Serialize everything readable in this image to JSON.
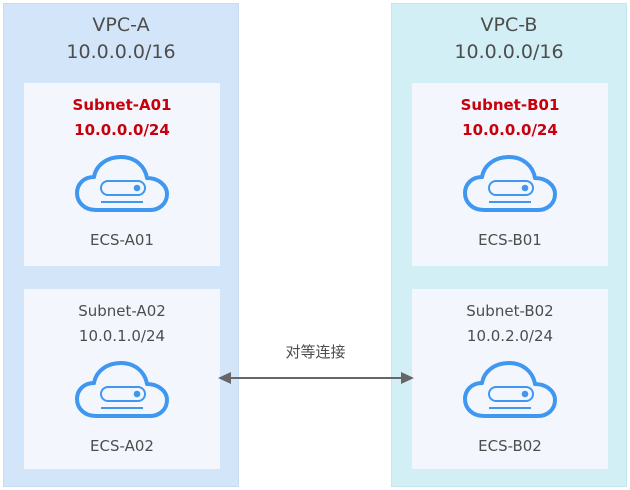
{
  "vpcs": [
    {
      "name": "VPC-A",
      "cidr": "10.0.0.0/16",
      "subnets": [
        {
          "name": "Subnet-A01",
          "cidr": "10.0.0.0/24",
          "highlighted": true,
          "instance": "ECS-A01"
        },
        {
          "name": "Subnet-A02",
          "cidr": "10.0.1.0/24",
          "highlighted": false,
          "instance": "ECS-A02"
        }
      ]
    },
    {
      "name": "VPC-B",
      "cidr": "10.0.0.0/16",
      "subnets": [
        {
          "name": "Subnet-B01",
          "cidr": "10.0.0.0/24",
          "highlighted": true,
          "instance": "ECS-B01"
        },
        {
          "name": "Subnet-B02",
          "cidr": "10.0.2.0/24",
          "highlighted": false,
          "instance": "ECS-B02"
        }
      ]
    }
  ],
  "peering": {
    "label": "对等连接",
    "direction": "bidirectional"
  },
  "icons": {
    "instance": "cloud-server-icon"
  },
  "colors": {
    "vpc_a_bg": "#d3e6f9",
    "vpc_b_bg": "#d1eff4",
    "subnet_bg": "#f3f7fd",
    "highlight_text": "#c7000b",
    "icon_stroke": "#3f97f0",
    "arrow": "#666666"
  }
}
